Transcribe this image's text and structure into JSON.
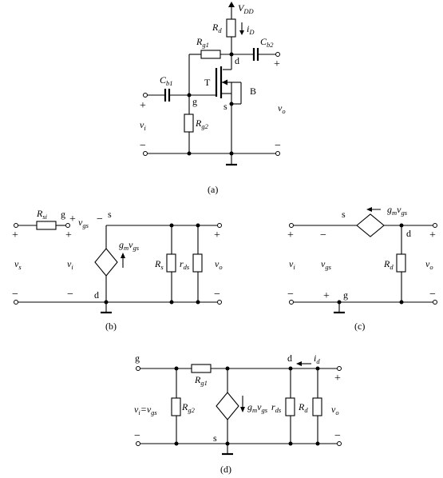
{
  "captions": {
    "a": "(a)",
    "b": "(b)",
    "c": "(c)",
    "d": "(d)"
  },
  "a": {
    "vdd": "V",
    "vdd_sub": "DD",
    "rd": "R",
    "rd_sub": "d",
    "id": "i",
    "id_sub": "D",
    "rg1": "R",
    "rg1_sub": "g1",
    "cb2": "C",
    "cb2_sub": "b2",
    "cb1": "C",
    "cb1_sub": "b1",
    "rg2": "R",
    "rg2_sub": "g2",
    "node_d": "d",
    "node_g": "g",
    "node_s": "s",
    "t": "T",
    "b": "B",
    "vi": "v",
    "vi_sub": "i",
    "vo": "v",
    "vo_sub": "o",
    "plus": "+",
    "minus": "−"
  },
  "b": {
    "rsi": "R",
    "rsi_sub": "si",
    "node_g": "g",
    "node_s": "s",
    "node_d": "d",
    "vgs": "v",
    "vgs_sub": "gs",
    "gm": "g",
    "gm_sub": "m",
    "gm_v": "v",
    "gm_v_sub": "gs",
    "rs": "R",
    "rs_sub": "s",
    "rds": "r",
    "rds_sub": "ds",
    "vs": "v",
    "vs_sub": "s",
    "vi": "v",
    "vi_sub": "i",
    "vo": "v",
    "vo_sub": "o",
    "plus": "+",
    "minus": "−"
  },
  "c": {
    "node_s": "s",
    "node_d": "d",
    "node_g": "g",
    "gm": "g",
    "gm_sub": "m",
    "gm_v": "v",
    "gm_v_sub": "gs",
    "vgs": "v",
    "vgs_sub": "gs",
    "rd": "R",
    "rd_sub": "d",
    "vi": "v",
    "vi_sub": "i",
    "vo": "v",
    "vo_sub": "o",
    "plus": "+",
    "minus": "−"
  },
  "d": {
    "node_g": "g",
    "node_d": "d",
    "node_s": "s",
    "id": "i",
    "id_sub": "d",
    "rg1": "R",
    "rg1_sub": "g1",
    "rg2": "R",
    "rg2_sub": "g2",
    "vi": "v",
    "vi_sub": "i",
    "eq": "=",
    "vgs": "v",
    "vgs_sub": "gs",
    "gm": "g",
    "gm_sub": "m",
    "gm_v": "v",
    "gm_v_sub": "gs",
    "rds": "r",
    "rds_sub": "ds",
    "rd": "R",
    "rd_sub": "d",
    "vo": "v",
    "vo_sub": "o",
    "plus": "+",
    "minus": "−"
  }
}
